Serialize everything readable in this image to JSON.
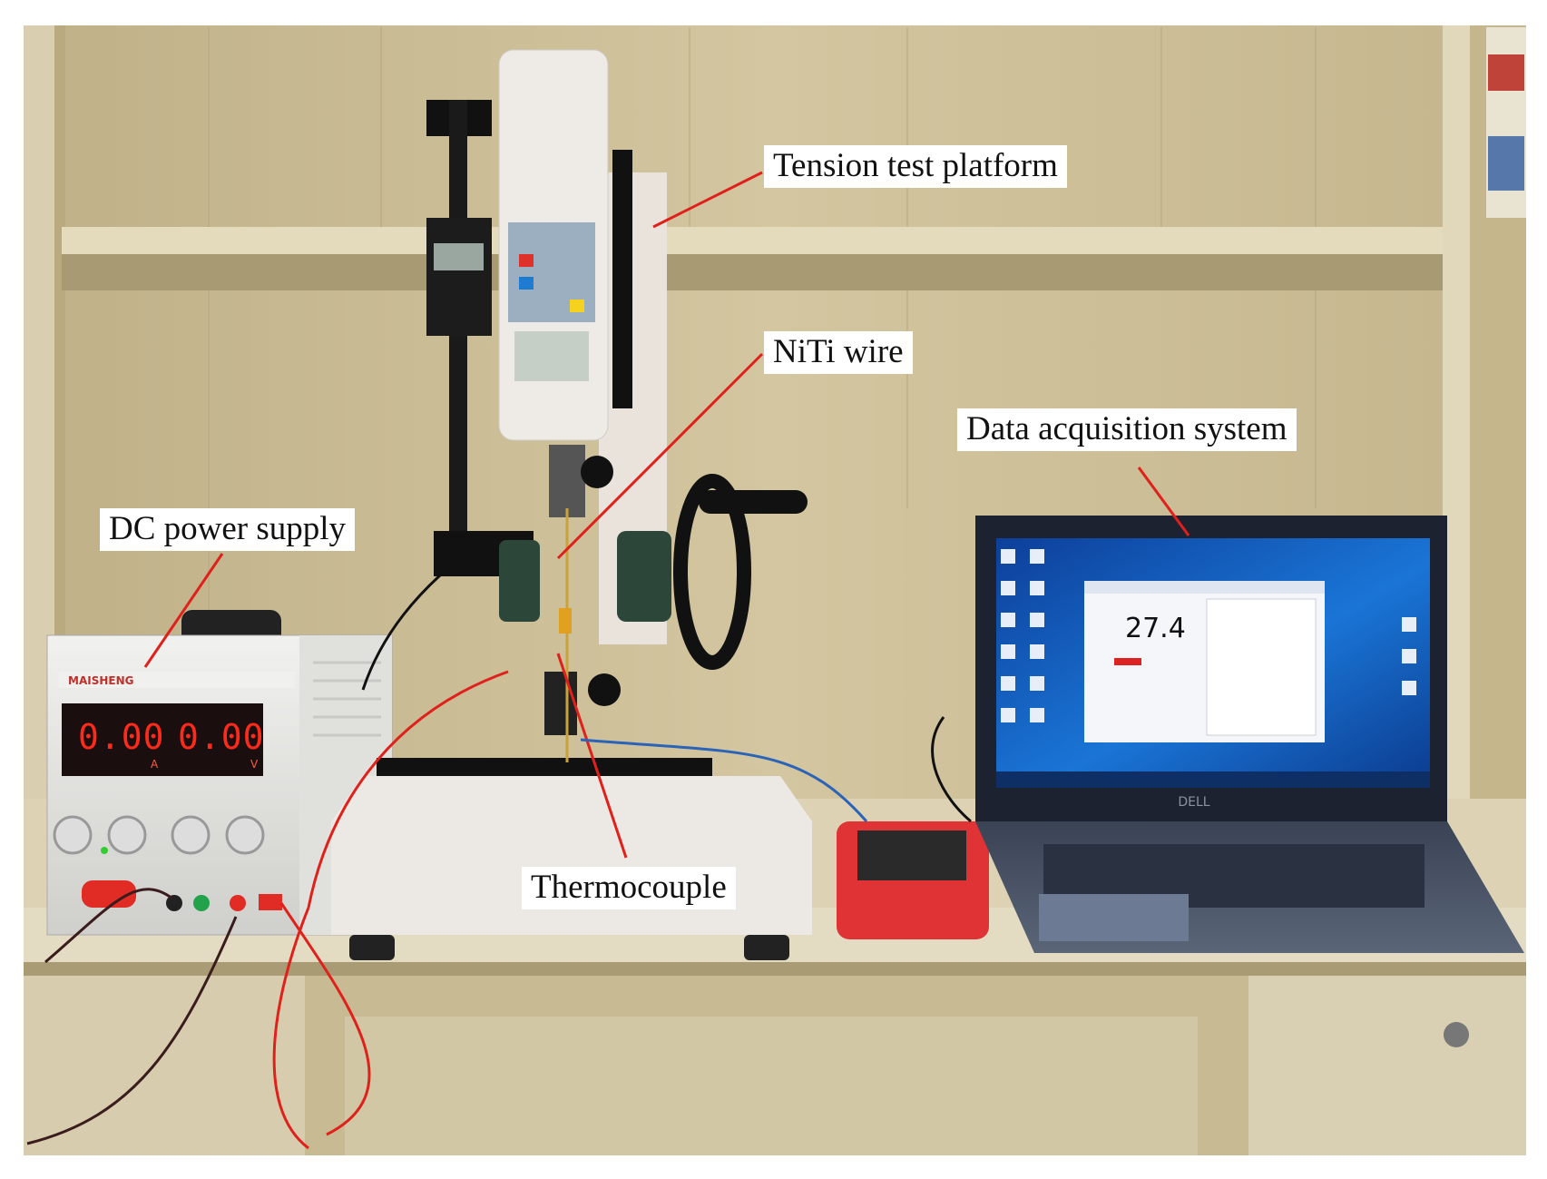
{
  "labels": {
    "tension_test_platform": "Tension test platform",
    "niti_wire": "NiTi wire",
    "data_acquisition_system": "Data acquisition system",
    "dc_power_supply": "DC power supply",
    "thermocouple": "Thermocouple"
  },
  "power_supply": {
    "current_reading": "0.00",
    "voltage_reading": "0.00",
    "current_unit": "A",
    "voltage_unit": "V"
  },
  "laptop": {
    "screen_reading": "27.4",
    "brand": "DELL"
  },
  "colors": {
    "callout_line": "#e0201b",
    "wall": "#cdbf98",
    "shelf": "#ddd3b4",
    "led_red": "#ff2a1a",
    "screen_blue": "#1a6fd1"
  }
}
